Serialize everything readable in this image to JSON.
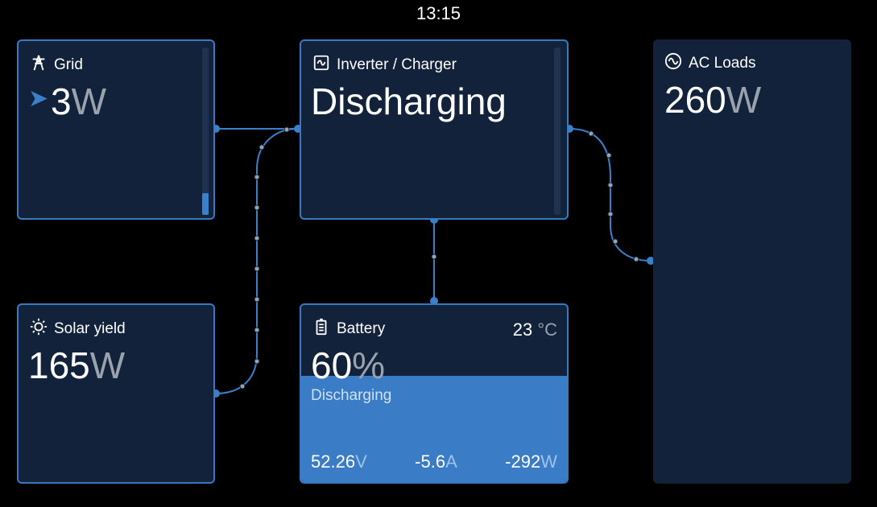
{
  "clock": "13:15",
  "grid": {
    "label": "Grid",
    "value": "3",
    "unit": "W",
    "icon": "tower-icon",
    "level": 0.13
  },
  "inverter": {
    "label": "Inverter / Charger",
    "state": "Discharging",
    "icon": "inverter-icon"
  },
  "ac_loads": {
    "label": "AC Loads",
    "value": "260",
    "unit": "W",
    "icon": "sine-wave-icon"
  },
  "solar": {
    "label": "Solar yield",
    "value": "165",
    "unit": "W",
    "icon": "sun-icon"
  },
  "battery": {
    "label": "Battery",
    "soc_value": "60",
    "soc_unit": "%",
    "soc_fraction": 0.6,
    "temperature_value": "23",
    "temperature_unit": "°C",
    "status": "Discharging",
    "voltage_value": "52.26",
    "voltage_unit": "V",
    "current_value": "-5.6",
    "current_unit": "A",
    "power_value": "-292",
    "power_unit": "W",
    "icon": "battery-icon"
  },
  "colors": {
    "tile_bg": "#11223a",
    "tile_border": "#3a78c0",
    "accent": "#3a80cc",
    "battery_fill": "#3a7cc6"
  }
}
